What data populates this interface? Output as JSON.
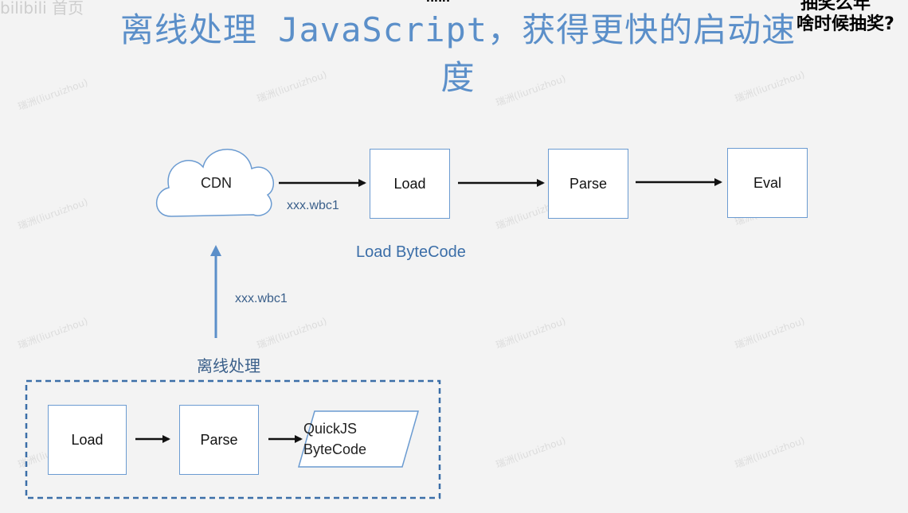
{
  "title": "离线处理 JavaScript，获得更快的启动速度",
  "title_line1": "离线处理 JavaScript，获得更快的启动速",
  "title_line2": "度",
  "top_flow": {
    "cloud_label": "CDN",
    "arrow_label": "xxx.wbc1",
    "steps": [
      "Load",
      "Parse",
      "Eval"
    ],
    "caption": "Load ByteCode"
  },
  "vertical_arrow_label": "xxx.wbc1",
  "offline_label": "离线处理",
  "offline_flow": {
    "steps": [
      "Load",
      "Parse"
    ],
    "output_line1": "QuickJS",
    "output_line2": "ByteCode"
  },
  "overlay": {
    "top_right_line1": "抽奖么年",
    "top_right_line2": "啥时候抽奖?",
    "top_center": "hhh",
    "top_left": "bilibili 首页"
  },
  "watermark": "瑞洲(liuruizhou)",
  "colors": {
    "title": "#5b8fc9",
    "box_border": "#6b9bd1",
    "arrow_up": "#5b8fc9",
    "dashed": "#3b6ea8"
  }
}
